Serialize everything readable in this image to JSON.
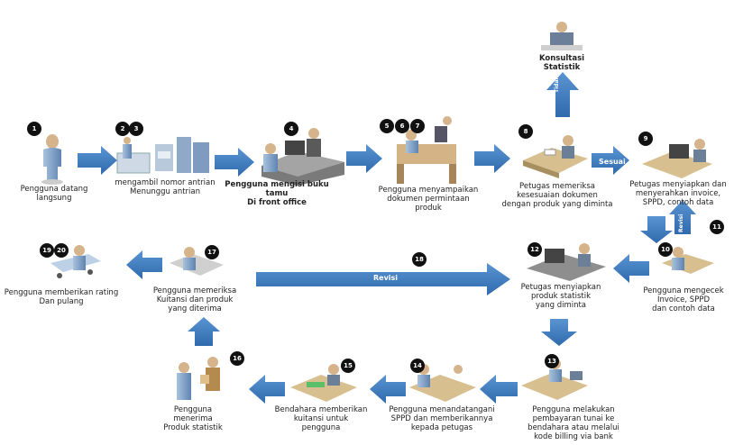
{
  "steps": {
    "s1": {
      "num": "1",
      "caption": "Pengguna datang langsung"
    },
    "s23": {
      "nums": [
        "2",
        "3"
      ],
      "caption": "mengambil nomor antrian\nMenunggu antrian"
    },
    "s4": {
      "num": "4",
      "caption": "Pengguna mengisi buku tamu\nDi front office"
    },
    "s567": {
      "nums": [
        "5",
        "6",
        "7"
      ],
      "caption": "Pengguna menyampaikan\ndokumen permintaan\nproduk"
    },
    "s8": {
      "num": "8",
      "caption": "Petugas memeriksa\nkesesuaian dokumen\ndengan produk yang diminta"
    },
    "s9": {
      "num": "9",
      "caption": "Petugas menyiapkan dan\nmenyerahkan invoice,\nSPPD, contoh data"
    },
    "konsultasi": {
      "caption": "Konsultasi\nStatistik"
    },
    "s10": {
      "num": "10",
      "caption": "Pengguna mengecek\nInvoice, SPPD\ndan contoh data"
    },
    "s11": {
      "num": "11"
    },
    "s12": {
      "num": "12",
      "caption": "Petugas menyiapkan\nproduk statistik\nyang diminta"
    },
    "s13": {
      "num": "13",
      "caption": "Pengguna melakukan\npembayaran tunai ke\nbendahara atau melalui\nkode billing via bank"
    },
    "s14": {
      "num": "14",
      "caption": "Pengguna menandatangani\nSPPD dan memberikannya\nkepada petugas"
    },
    "s15": {
      "num": "15",
      "caption": "Bendahara memberikan\nkuitansi untuk\npengguna"
    },
    "s16": {
      "num": "16",
      "caption": "Pengguna\nmenerima\nProduk statistik"
    },
    "s17": {
      "num": "17",
      "caption": "Pengguna memeriksa\nKuitansi dan produk\nyang diterima"
    },
    "s18": {
      "num": "18"
    },
    "s1920": {
      "nums": [
        "19",
        "20"
      ],
      "caption": "Pengguna memberikan rating\nDan pulang"
    }
  },
  "arrow_labels": {
    "sesuai": "Sesuai",
    "tidak_sesuai": "Tidak Sesuai",
    "revisi": "Revisi",
    "revisi_small": "Revisi"
  },
  "colors": {
    "arrow": "#3f7dc0",
    "badge": "#111111",
    "person": "#8aa7c9",
    "desk": "#c9a772"
  }
}
